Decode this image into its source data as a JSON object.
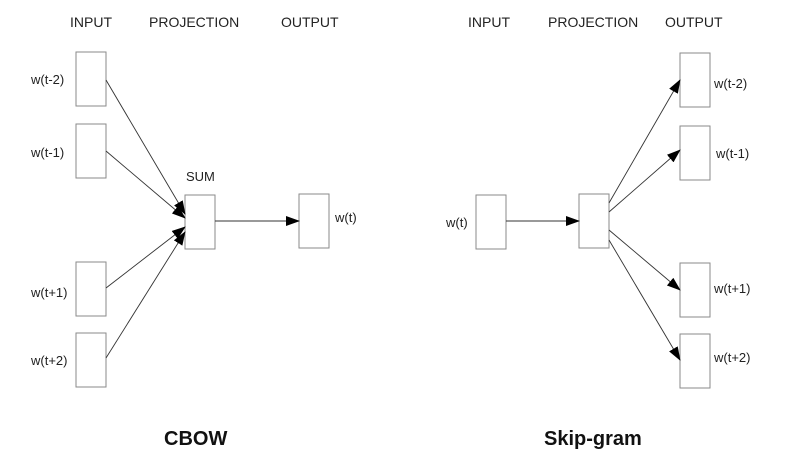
{
  "cbow": {
    "headers": {
      "input": "INPUT",
      "projection": "PROJECTION",
      "output": "OUTPUT"
    },
    "inputs": [
      "w(t-2)",
      "w(t-1)",
      "w(t+1)",
      "w(t+2)"
    ],
    "projection_label": "SUM",
    "output": "w(t)",
    "title": "CBOW"
  },
  "skipgram": {
    "headers": {
      "input": "INPUT",
      "projection": "PROJECTION",
      "output": "OUTPUT"
    },
    "input": "w(t)",
    "outputs": [
      "w(t-2)",
      "w(t-1)",
      "w(t+1)",
      "w(t+2)"
    ],
    "title": "Skip-gram"
  },
  "colors": {
    "box_border": "#8a8a8a",
    "arrow": "#333333",
    "arrowhead": "#000000"
  }
}
